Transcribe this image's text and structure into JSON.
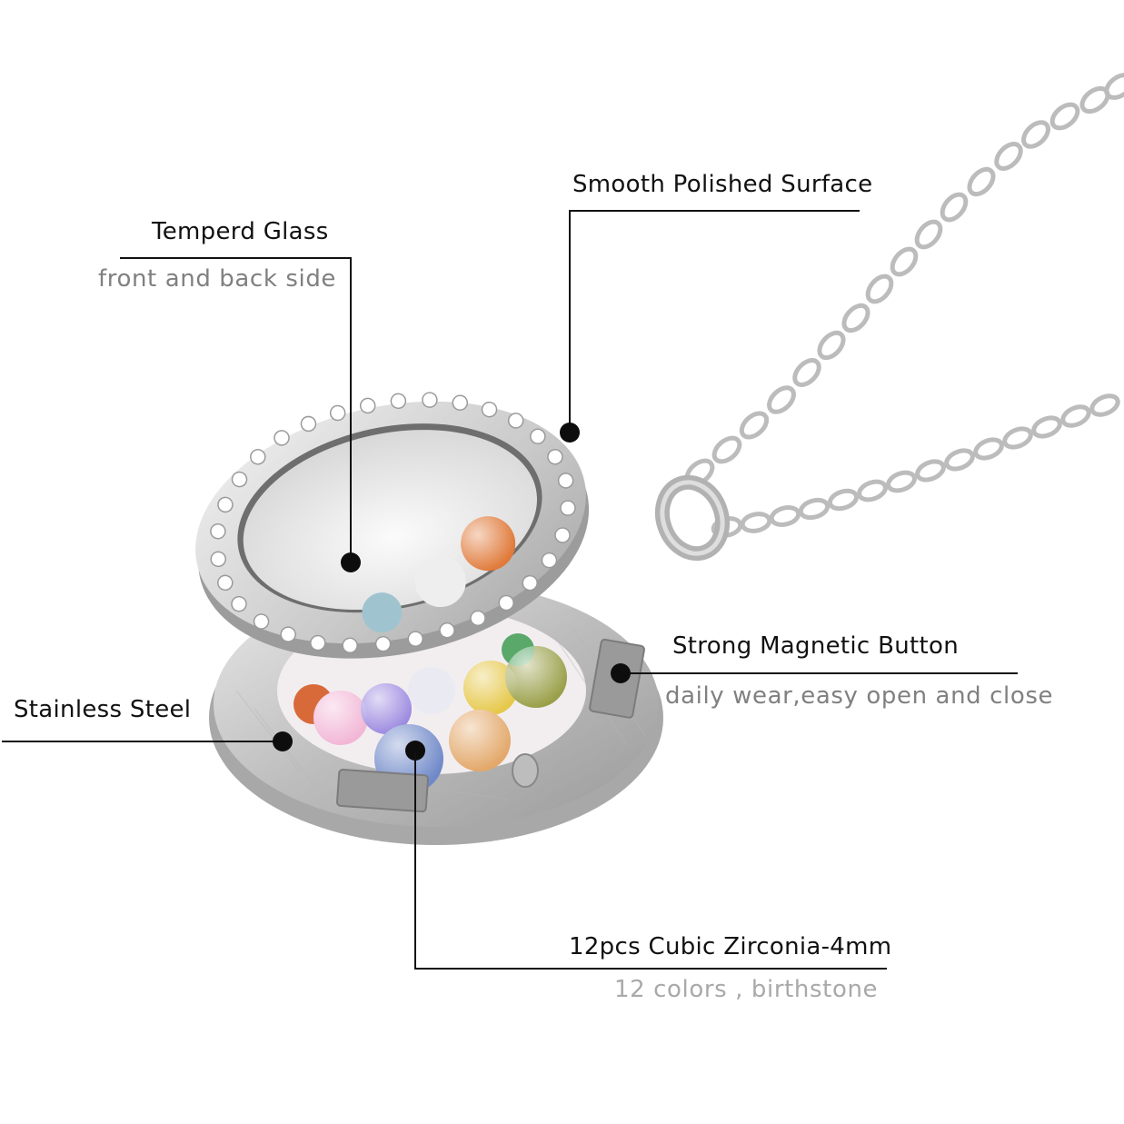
{
  "image": {
    "subject": "Floating memory locket pendant necklace with birthstone crystals",
    "background_color": "#ffffff"
  },
  "callouts": [
    {
      "id": "tempered-glass",
      "title": "Temperd Glass",
      "subtitle": "front and back side"
    },
    {
      "id": "polished-surface",
      "title": "Smooth Polished Surface",
      "subtitle": ""
    },
    {
      "id": "magnetic-button",
      "title": "Strong Magnetic Button",
      "subtitle": "daily wear,easy open and close"
    },
    {
      "id": "stainless-steel",
      "title": "Stainless Steel",
      "subtitle": ""
    },
    {
      "id": "cubic-zirconia",
      "title": "12pcs Cubic Zirconia-4mm",
      "subtitle": "12 colors , birthstone"
    }
  ],
  "colors": {
    "title_text": "#111111",
    "subtitle_text": "#808080",
    "subtitle_text_light": "#a9a9a9",
    "leader_line": "#111111",
    "steel": "#c8c8c8",
    "steel_dark": "#8c8c8c",
    "stones": [
      "#e07a3a",
      "#f2b7d6",
      "#9d8be0",
      "#f1f1f1",
      "#e6c84a",
      "#9aa04a",
      "#5aa86a",
      "#6f88c8",
      "#e3a86a",
      "#9fc4cf",
      "#e8e8e8",
      "#d86a3a"
    ]
  }
}
